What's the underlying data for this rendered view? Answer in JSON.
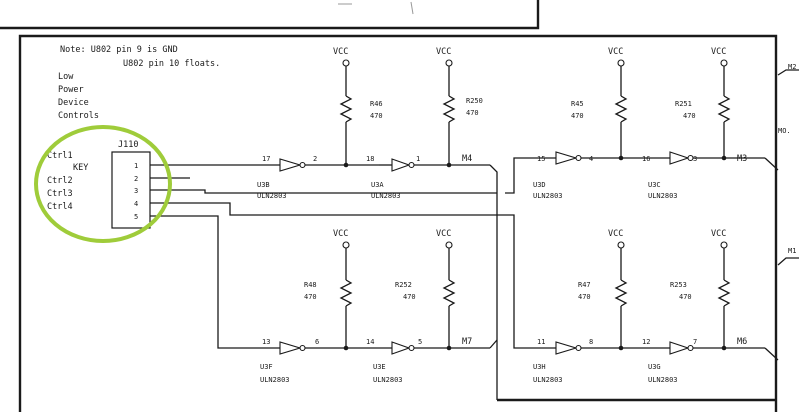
{
  "note": {
    "line1": "Note: U802 pin 9 is GND",
    "line2": "U802 pin 10 floats."
  },
  "side_label": [
    "Low",
    "Power",
    "Device",
    "Controls"
  ],
  "connector": {
    "ref": "J110",
    "key_label": "KEY",
    "pins": [
      "1",
      "2",
      "3",
      "4",
      "5"
    ],
    "ctrl_labels": [
      "Ctrl1",
      "Ctrl2",
      "Ctrl3",
      "Ctrl4"
    ]
  },
  "highlight_color": "#9fcc3a",
  "vcc_label": "VCC",
  "part_type": "ULN2803",
  "gates": [
    {
      "id": "U3B",
      "in": "17",
      "out": "2"
    },
    {
      "id": "U3A",
      "in": "18",
      "out": "1"
    },
    {
      "id": "U3D",
      "in": "15",
      "out": "4"
    },
    {
      "id": "U3C",
      "in": "16",
      "out": "3"
    },
    {
      "id": "U3F",
      "in": "13",
      "out": "6"
    },
    {
      "id": "U3E",
      "in": "14",
      "out": "5"
    },
    {
      "id": "U3H",
      "in": "11",
      "out": "8"
    },
    {
      "id": "U3G",
      "in": "12",
      "out": "7"
    }
  ],
  "resistors": [
    {
      "ref": "R46",
      "val": "470"
    },
    {
      "ref": "R250",
      "val": "470"
    },
    {
      "ref": "R45",
      "val": "470"
    },
    {
      "ref": "R251",
      "val": "470"
    },
    {
      "ref": "R48",
      "val": "470"
    },
    {
      "ref": "R252",
      "val": "470"
    },
    {
      "ref": "R47",
      "val": "470"
    },
    {
      "ref": "R253",
      "val": "470"
    }
  ],
  "nets": [
    "M4",
    "M3",
    "M7",
    "M6"
  ],
  "edge_labels": [
    "M2",
    "MO.",
    "M1"
  ]
}
